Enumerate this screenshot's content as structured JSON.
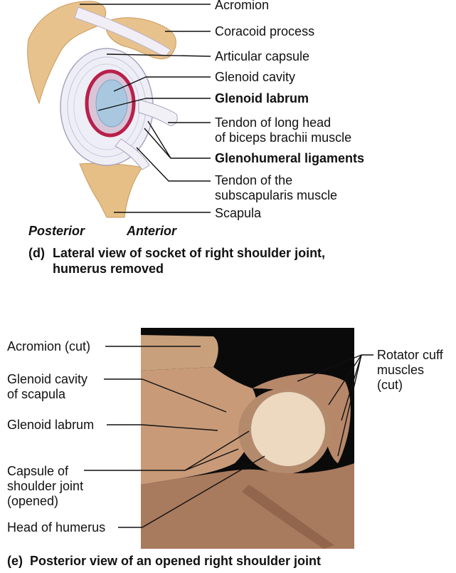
{
  "panel_d": {
    "labels": {
      "acromion": "Acromion",
      "coracoid_process": "Coracoid process",
      "articular_capsule": "Articular capsule",
      "glenoid_cavity": "Glenoid cavity",
      "glenoid_labrum": "Glenoid labrum",
      "tendon_biceps": "Tendon of long head\nof biceps brachii muscle",
      "glenohumeral_ligaments": "Glenohumeral ligaments",
      "tendon_subscapularis": "Tendon of the\nsubscapularis muscle",
      "scapula": "Scapula"
    },
    "orientation": {
      "posterior": "Posterior",
      "anterior": "Anterior"
    },
    "caption_letter": "(d)",
    "caption": "Lateral view of socket of right shoulder joint,\nhumerus removed"
  },
  "panel_e": {
    "labels": {
      "acromion_cut": "Acromion (cut)",
      "glenoid_cavity_scapula": "Glenoid cavity\nof scapula",
      "glenoid_labrum": "Glenoid labrum",
      "capsule_shoulder": "Capsule of\nshoulder joint\n(opened)",
      "head_humerus": "Head of humerus",
      "rotator_cuff": "Rotator cuff\nmuscles\n(cut)"
    },
    "caption_letter": "(e)",
    "caption": "Posterior view of an opened right shoulder joint"
  },
  "colors": {
    "bone": "#e8c28d",
    "capsule": "#eeeef6",
    "glenoid": "#a9c8e0",
    "labrum": "#b8204a",
    "photo_bg": "#0a0a0a",
    "tissue": "#c89a78"
  }
}
